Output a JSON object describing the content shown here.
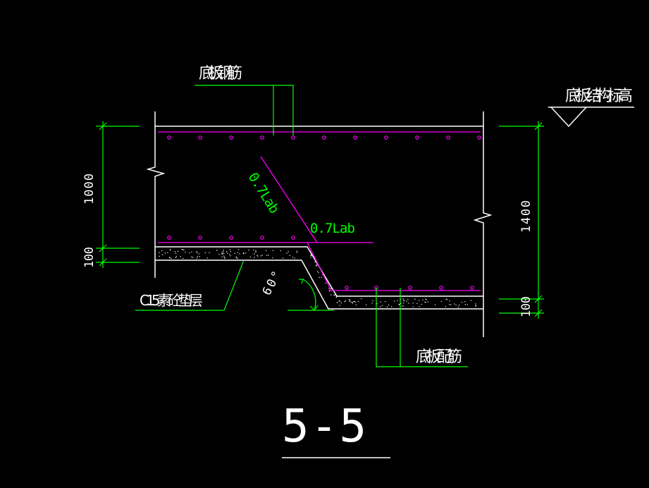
{
  "labels": {
    "top_rebar": "底板钢筋",
    "slab_elevation": "底板结构标高",
    "cushion_layer": "C15素砼垫层",
    "bottom_rebar": "底板配筋",
    "anchor_diag": "0.7Lab",
    "anchor_horiz": "0.7Lab",
    "angle": "60°",
    "section_title": "5-5"
  },
  "dimensions": {
    "left_main": "1000",
    "left_cushion": "100",
    "right_main": "1400",
    "right_cushion": "100"
  },
  "colors": {
    "background": "#000000",
    "line_white": "#ffffff",
    "line_green": "#00ff00",
    "rebar_magenta": "#ff00ff",
    "text_white": "#ffffff"
  }
}
